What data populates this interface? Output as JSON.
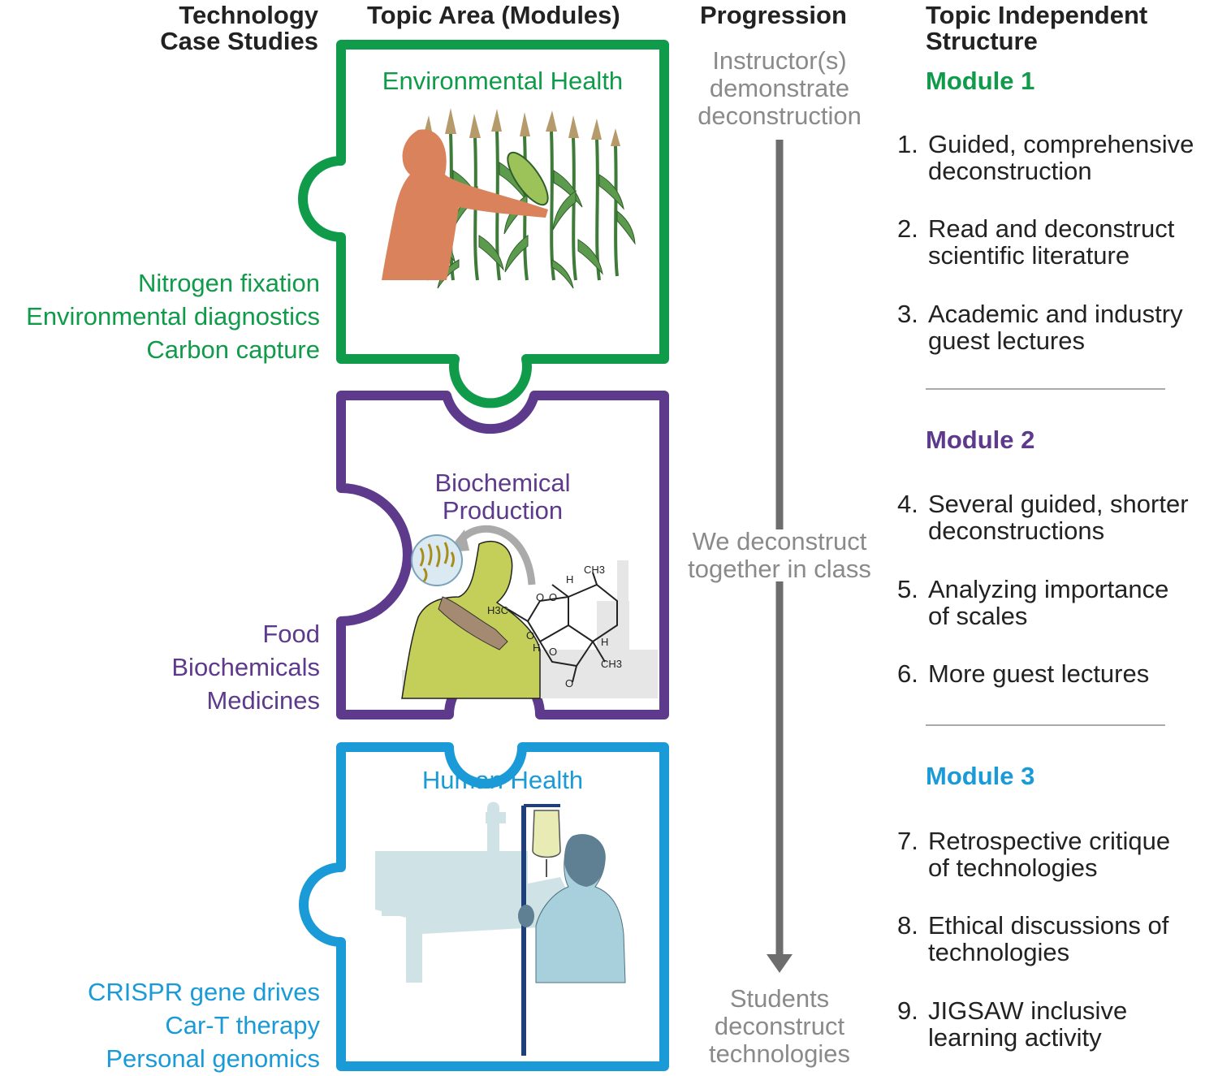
{
  "headers": {
    "case_studies": [
      "Technology",
      "Case Studies"
    ],
    "topic_area": "Topic Area (Modules)",
    "progression": "Progression",
    "structure": [
      "Topic Independent",
      "Structure"
    ]
  },
  "colors": {
    "green": "#0f9b4a",
    "purple": "#5e3a8c",
    "blue": "#1a9bd7",
    "gray": "#6d6d6d"
  },
  "modules": [
    {
      "title": [
        "Environmental Health"
      ],
      "case_studies": [
        "Nitrogen fixation",
        "Environmental diagnostics",
        "Carbon capture"
      ]
    },
    {
      "title": [
        "Biochemical",
        "Production"
      ],
      "case_studies": [
        "Food",
        "Biochemicals",
        "Medicines"
      ]
    },
    {
      "title": [
        "Human Health"
      ],
      "case_studies": [
        "CRISPR gene drives",
        "Car-T therapy",
        "Personal genomics"
      ]
    }
  ],
  "progression": {
    "start": [
      "Instructor(s)",
      "demonstrate",
      "deconstruction"
    ],
    "middle": [
      "We deconstruct",
      "together in class"
    ],
    "end": [
      "Students",
      "deconstruct",
      "technologies"
    ]
  },
  "structure": {
    "module_labels": [
      "Module 1",
      "Module 2",
      "Module 3"
    ],
    "items": [
      {
        "num": "1.",
        "lines": [
          "Guided, comprehensive",
          "deconstruction"
        ]
      },
      {
        "num": "2.",
        "lines": [
          "Read and deconstruct",
          "scientific literature"
        ]
      },
      {
        "num": "3.",
        "lines": [
          "Academic and industry",
          "guest lectures"
        ]
      },
      {
        "num": "4.",
        "lines": [
          "Several guided, shorter",
          "deconstructions"
        ]
      },
      {
        "num": "5.",
        "lines": [
          "Analyzing importance",
          "of scales"
        ]
      },
      {
        "num": "6.",
        "lines": [
          "More guest lectures"
        ]
      },
      {
        "num": "7.",
        "lines": [
          "Retrospective critique",
          "of technologies"
        ]
      },
      {
        "num": "8.",
        "lines": [
          "Ethical discussions of",
          "technologies"
        ]
      },
      {
        "num": "9.",
        "lines": [
          "JIGSAW inclusive",
          "learning activity"
        ]
      }
    ]
  },
  "molecule_labels": [
    "CH3",
    "H",
    "H3C",
    "O",
    "O",
    "O",
    "H",
    "O",
    "H",
    "CH3",
    "O"
  ]
}
